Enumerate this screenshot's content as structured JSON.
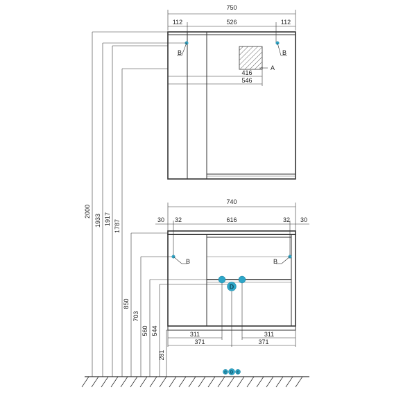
{
  "mirror": {
    "width_total": "750",
    "dim_left": "112",
    "dim_mid": "526",
    "dim_right": "112",
    "dim_416": "416",
    "dim_546": "546",
    "label_A": "A",
    "label_B_left": "B",
    "label_B_right": "B"
  },
  "cabinet": {
    "width_total": "740",
    "dim_30_left": "30",
    "dim_32_left": "32",
    "dim_616": "616",
    "dim_32_right": "32",
    "dim_30_right": "30",
    "label_B_left": "B",
    "label_B_right": "B",
    "label_D": "D",
    "dim_311_left": "311",
    "dim_371_left": "371",
    "dim_311_right": "311",
    "dim_371_right": "371"
  },
  "heights": {
    "h2000": "2000",
    "h1933": "1933",
    "h1917": "1917",
    "h1787": "1787",
    "h850": "850",
    "h703": "703",
    "h560": "560",
    "h544": "544",
    "h281": "281"
  },
  "floor_badge": {
    "left": "C",
    "mid": "D",
    "right": "C"
  },
  "colors": {
    "accent": "#2ea6c8",
    "line": "#333333"
  }
}
